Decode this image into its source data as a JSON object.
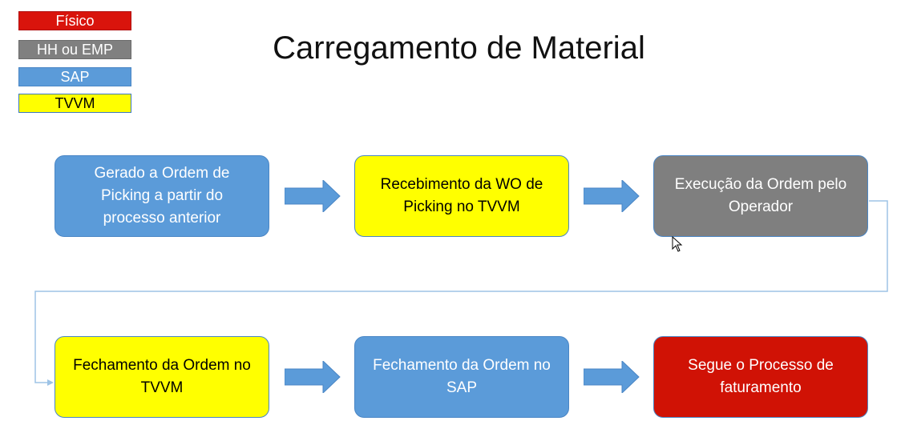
{
  "legend": {
    "fisico": "Físico",
    "hh_emp": "HH ou EMP",
    "sap": "SAP",
    "tvvm": "TVVM"
  },
  "title": "Carregamento de Material",
  "steps": [
    {
      "text": "Gerado a Ordem de Picking a partir do processo anterior",
      "category": "SAP"
    },
    {
      "text": "Recebimento da WO de Picking no TVVM",
      "category": "TVVM"
    },
    {
      "text": "Execução da Ordem pelo Operador",
      "category": "HH ou EMP"
    },
    {
      "text": "Fechamento da Ordem no TVVM",
      "category": "TVVM"
    },
    {
      "text": "Fechamento da Ordem no SAP",
      "category": "SAP"
    },
    {
      "text": "Segue o Processo de faturamento",
      "category": "Físico"
    }
  ],
  "colors": {
    "fisico": "#d01205",
    "hh_emp": "#7f7f7f",
    "sap": "#5b9bd9",
    "tvvm": "#ffff00",
    "arrow": "#5b9bd9",
    "connector": "#9dc3e6"
  }
}
